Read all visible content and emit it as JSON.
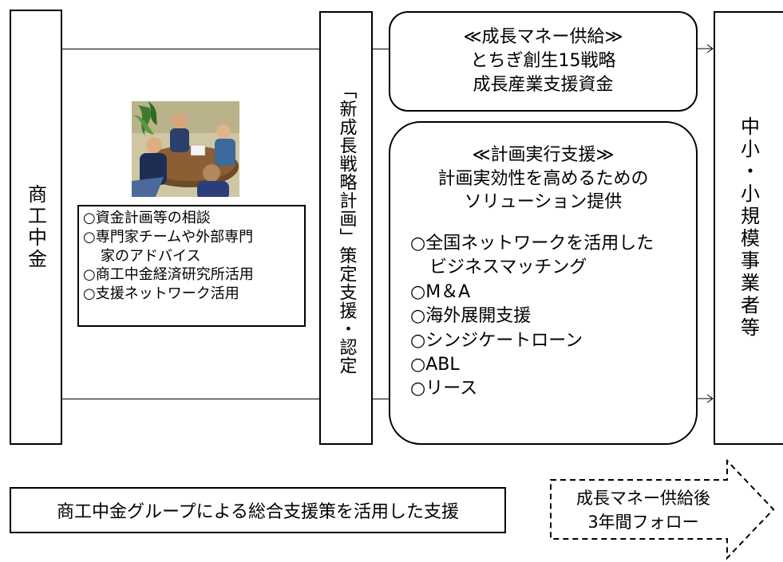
{
  "left_entity": "商工中金",
  "center_column": "「新成長戦略計画」策定支援・認定",
  "right_entity": "中小・小規模事業者等",
  "consultation_items": [
    "○資金計画等の相談",
    "○専門家チームや外部専門",
    "家のアドバイス",
    "○商工中金経済研究所活用",
    "○支援ネットワーク活用"
  ],
  "growth_money": {
    "title": "≪成長マネー供給≫",
    "line1": "とちぎ創生15戦略",
    "line2": "成長産業支援資金"
  },
  "plan_support": {
    "title": "≪計画実行支援≫",
    "line1": "計画実効性を高めるための",
    "line2": "ソリューション提供",
    "items": [
      "○全国ネットワークを活用した",
      "ビジネスマッチング",
      "○M＆A",
      "○海外展開支援",
      "○シンジケートローン",
      "○ABL",
      "○リース"
    ]
  },
  "bottom_caption": "商工中金グループによる総合支援策を活用した支援",
  "followup_arrow": {
    "line1": "成長マネー供給後",
    "line2": "3年間フォロー"
  },
  "meeting_image_icon": "business-meeting-clipart"
}
